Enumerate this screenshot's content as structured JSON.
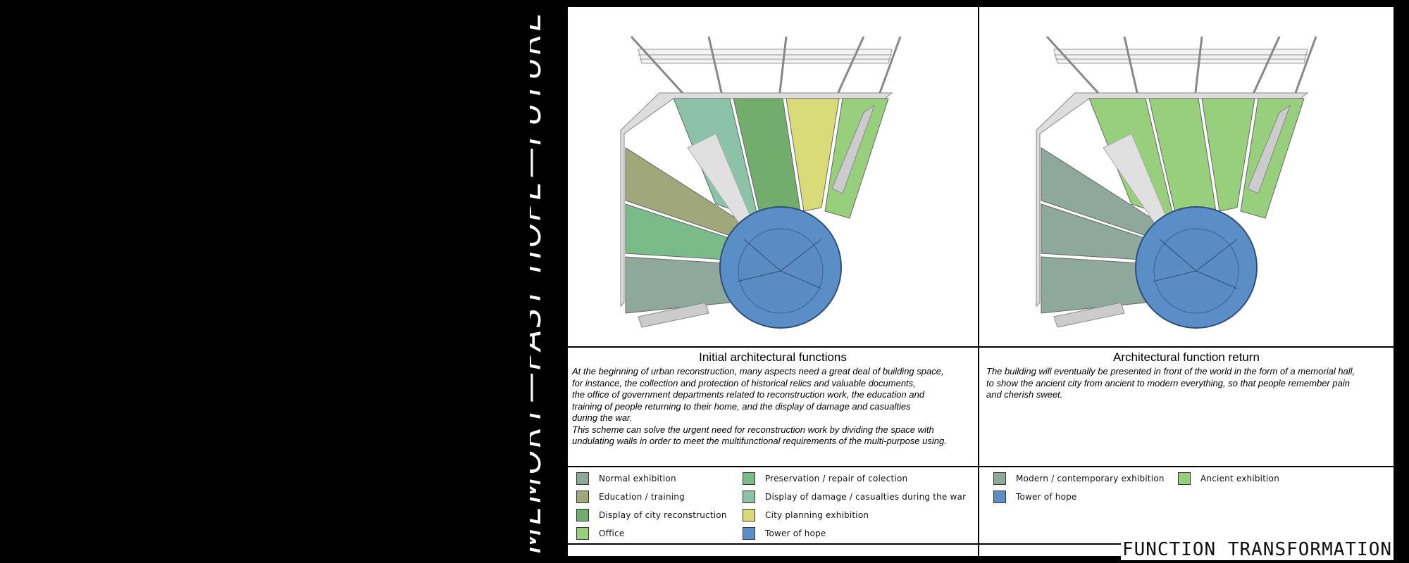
{
  "vertical_title": "MEMORY—PAST    HOPE—FUTURE",
  "panels": [
    {
      "title": "Initial architectural functions",
      "description": "At the beginning of urban reconstruction, many aspects need a great deal of building space,\nfor instance, the collection and protection of historical relics and valuable documents,\nthe office of government departments related to reconstruction work, the education and\ntraining of people returning to their home, and the display of damage and casualties\nduring the war.\nThis scheme can solve the urgent need for reconstruction work by dividing the space with\nundulating walls in order to meet the multifunctional requirements of the multi-purpose using.",
      "legend": [
        {
          "label": "Normal exhibition",
          "color": "#8ea89c"
        },
        {
          "label": "Education / training",
          "color": "#a0a77a"
        },
        {
          "label": "Display of city reconstruction",
          "color": "#72ad6e"
        },
        {
          "label": "Office",
          "color": "#98cf7c"
        },
        {
          "label": "Preservation / repair of colection",
          "color": "#7bbb8a"
        },
        {
          "label": "Display of damage / casualties during the war",
          "color": "#8cc2a8"
        },
        {
          "label": "City planning exhibition",
          "color": "#d8db78"
        },
        {
          "label": "Tower of hope",
          "color": "#5b8ec6"
        }
      ]
    },
    {
      "title": "Architectural function return",
      "description": "The building will eventually be presented in front of the world in the form of a memorial hall,\nto show the ancient city from ancient to modern everything, so that people remember pain\nand cherish sweet.",
      "legend": [
        {
          "label": "Modern / contemporary exhibition",
          "color": "#8ea89c"
        },
        {
          "label": "Ancient exhibition",
          "color": "#98cf7c"
        },
        {
          "label": "Tower of hope",
          "color": "#5b8ec6"
        }
      ]
    }
  ],
  "footer": "FUNCTION TRANSFORMATION"
}
